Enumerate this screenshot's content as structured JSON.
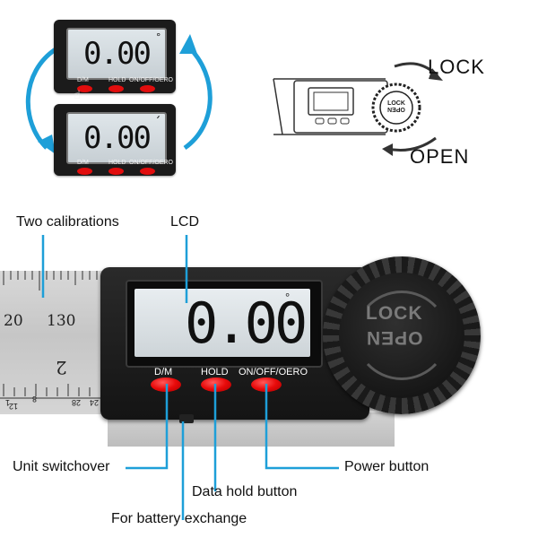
{
  "top_left_demo": {
    "upper_display": {
      "reading": "0.00",
      "degree_sign": "°",
      "button_labels": [
        "D/M",
        "HOLD",
        "ON/OFF/OERO"
      ]
    },
    "lower_display": {
      "reading": "0.00",
      "degree_sign": "´",
      "button_labels": [
        "D/M",
        "HOLD",
        "ON/OFF/OERO"
      ]
    },
    "arrow_color": "#1e9fd8"
  },
  "lock_diagram": {
    "knob_text": [
      "LOCK",
      "OPEN"
    ],
    "lock_label": "LOCK",
    "open_label": "OPEN"
  },
  "main_device": {
    "reading": "0.00",
    "degree_sign": "°",
    "buttons": [
      {
        "label": "D/M",
        "color": "#e80a0a"
      },
      {
        "label": "HOLD",
        "color": "#e80a0a"
      },
      {
        "label": "ON/OFF/OERO",
        "color": "#e80a0a"
      }
    ],
    "knob_text": [
      "LOCK",
      "OPEN"
    ],
    "ruler_numbers": [
      "20",
      "130",
      "2"
    ],
    "ruler_small_numbers": [
      "1",
      "8",
      "12",
      "28",
      "24"
    ]
  },
  "callouts": {
    "two_calibrations": "Two calibrations",
    "lcd": "LCD",
    "unit_switchover": "Unit switchover",
    "data_hold_button": "Data hold button",
    "battery": "For battery exchange",
    "power_button": "Power button",
    "leader_color": "#1e9fd8"
  }
}
